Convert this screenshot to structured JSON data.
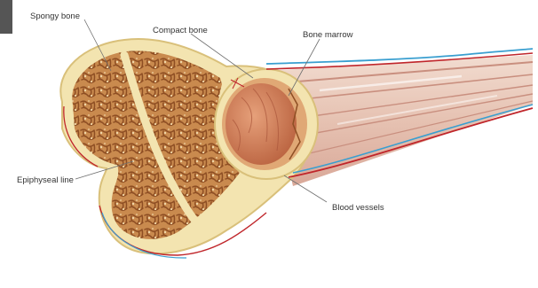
{
  "diagram": {
    "labels": {
      "spongy_bone": "Spongy bone",
      "compact_bone": "Compact bone",
      "bone_marrow": "Bone marrow",
      "epiphyseal_line": "Epiphyseal line",
      "blood_vessels": "Blood vessels"
    },
    "colors": {
      "compact_bone": "#f3e4b0",
      "compact_edge": "#d9c07a",
      "spongy_fill": "#c98a4e",
      "spongy_lattice": "#8e4e23",
      "marrow": "#d98a62",
      "marrow_dark": "#b8603d",
      "shaft": "#e8c9b9",
      "shaft_stripe": "#c98f7f",
      "artery": "#c0262b",
      "vein": "#3a9fd0",
      "label_text": "#333333"
    }
  }
}
